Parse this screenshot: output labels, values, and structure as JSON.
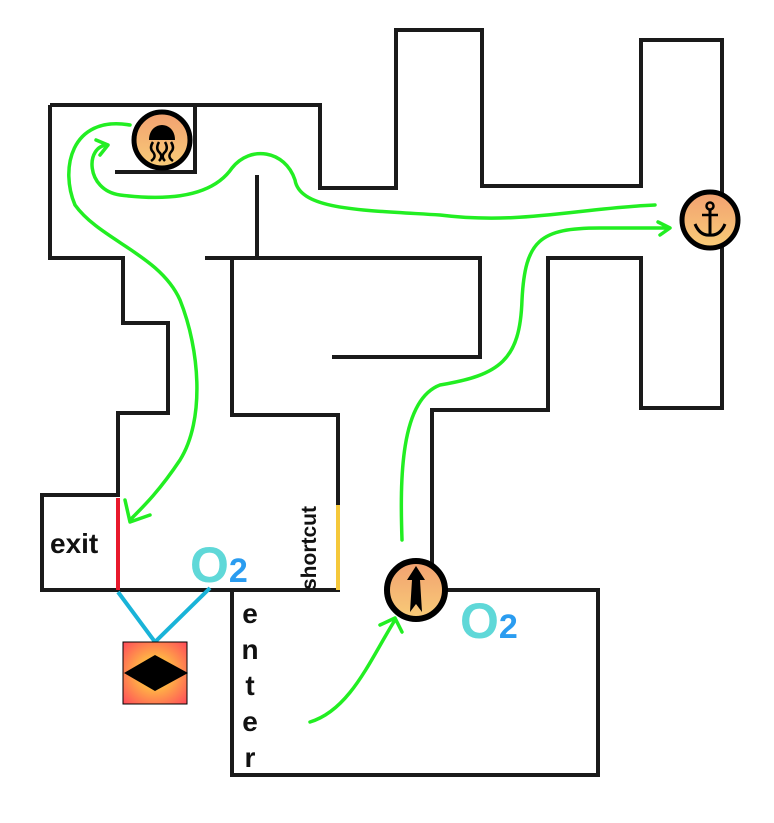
{
  "labels": {
    "exit": "exit",
    "shortcut": "shortcut",
    "enter": [
      "e",
      "n",
      "t",
      "e",
      "r"
    ],
    "oxygen_1": {
      "main": "O",
      "sub": "2"
    },
    "oxygen_2": {
      "main": "O",
      "sub": "2"
    }
  },
  "icons": [
    "jellyfish-icon",
    "anchor-icon",
    "arrow-up-icon",
    "diamond-tile-icon"
  ],
  "colors": {
    "wall": "#1a1a1a",
    "route": "#22ee22",
    "exit_door": "#e8192c",
    "shortcut_door": "#f5c83a",
    "oxygen_line": "#19b3d8",
    "icon_fill": "#f6b26b"
  }
}
